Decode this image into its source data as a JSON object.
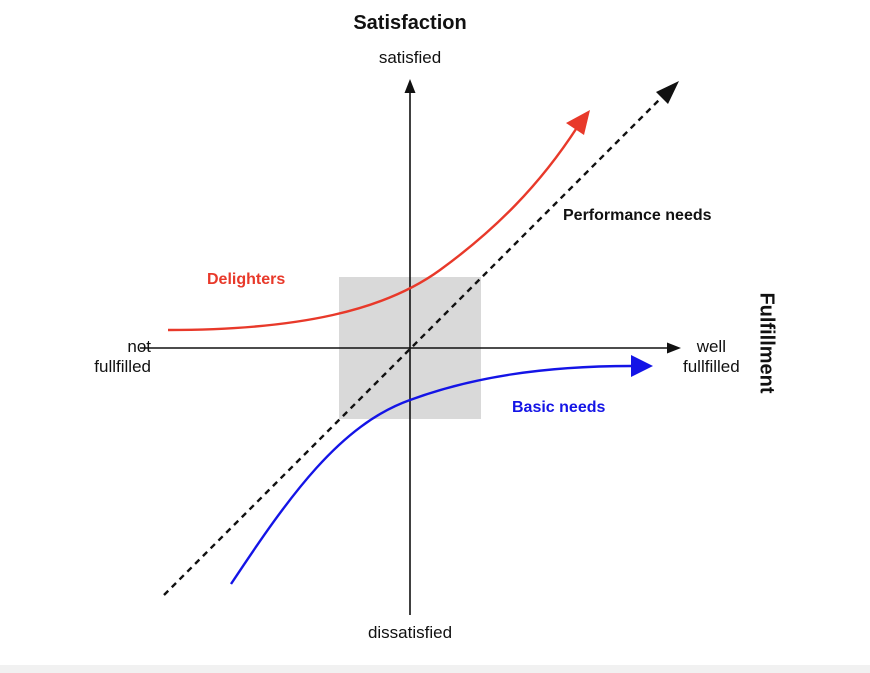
{
  "title": "Satisfaction",
  "axes": {
    "y_top": "satisfied",
    "y_bottom": "dissatisfied",
    "x_left_line1": "not",
    "x_left_line2": "fullfilled",
    "x_right_line1": "well",
    "x_right_line2": "fullfilled",
    "x_title": "Fulfillment"
  },
  "curves": {
    "delighters": {
      "label": "Delighters",
      "color": "#e8392a"
    },
    "performance": {
      "label": "Performance needs",
      "color": "#111111"
    },
    "basic": {
      "label": "Basic needs",
      "color": "#1414e6"
    }
  },
  "colors": {
    "axis": "#111111",
    "center_box": "#d9d9d9"
  }
}
